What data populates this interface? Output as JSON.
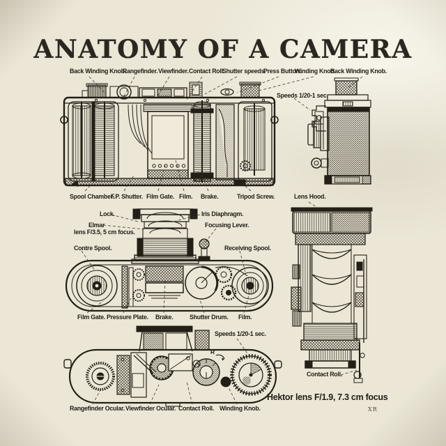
{
  "title": "ANATOMY OF A CAMERA",
  "labels": {
    "top_row": [
      "Back Winding Knob.",
      "Rangefinder.",
      "Viewfinder.",
      "Contact Roll.",
      "Shutter speeds.",
      "Press Button.",
      "Winding Knob.",
      "Back Winding Knob."
    ],
    "speeds_top": "Speeds 1/20-1 sec.",
    "mid_row": [
      "Spool Chamber.",
      "F.P. Shutter.",
      "Film Gate.",
      "Film.",
      "Brake.",
      "Tripod Screw.",
      "Lens Hood."
    ],
    "section": {
      "lock": "Lock.",
      "iris_diaphragm": "Iris Diaphragm.",
      "elmar_line1": "Elmar",
      "elmar_line2": "lens F/3.5, 5 cm focus.",
      "focusing_lever": "Focusing Lever.",
      "contre_spool": "Contre Spool.",
      "receiving_spool": "Receiving Spool."
    },
    "section_bottom_row": [
      "Film Gate.",
      "Pressure Plate.",
      "Brake.",
      "Shutter Drum.",
      "Film."
    ],
    "speeds_bottom": "Speeds 1/20-1 sec.",
    "bottom_row": [
      "Rangefinder Ocular.",
      "Viewfinder Ocular.",
      "Contact Roll.",
      "Winding Knob."
    ],
    "contact_roll_lens": "Contact Roll.",
    "hektor_caption": "Hektor lens F/1.9, 7.3 cm focus",
    "dial_letter": "R",
    "signature": "XR"
  }
}
